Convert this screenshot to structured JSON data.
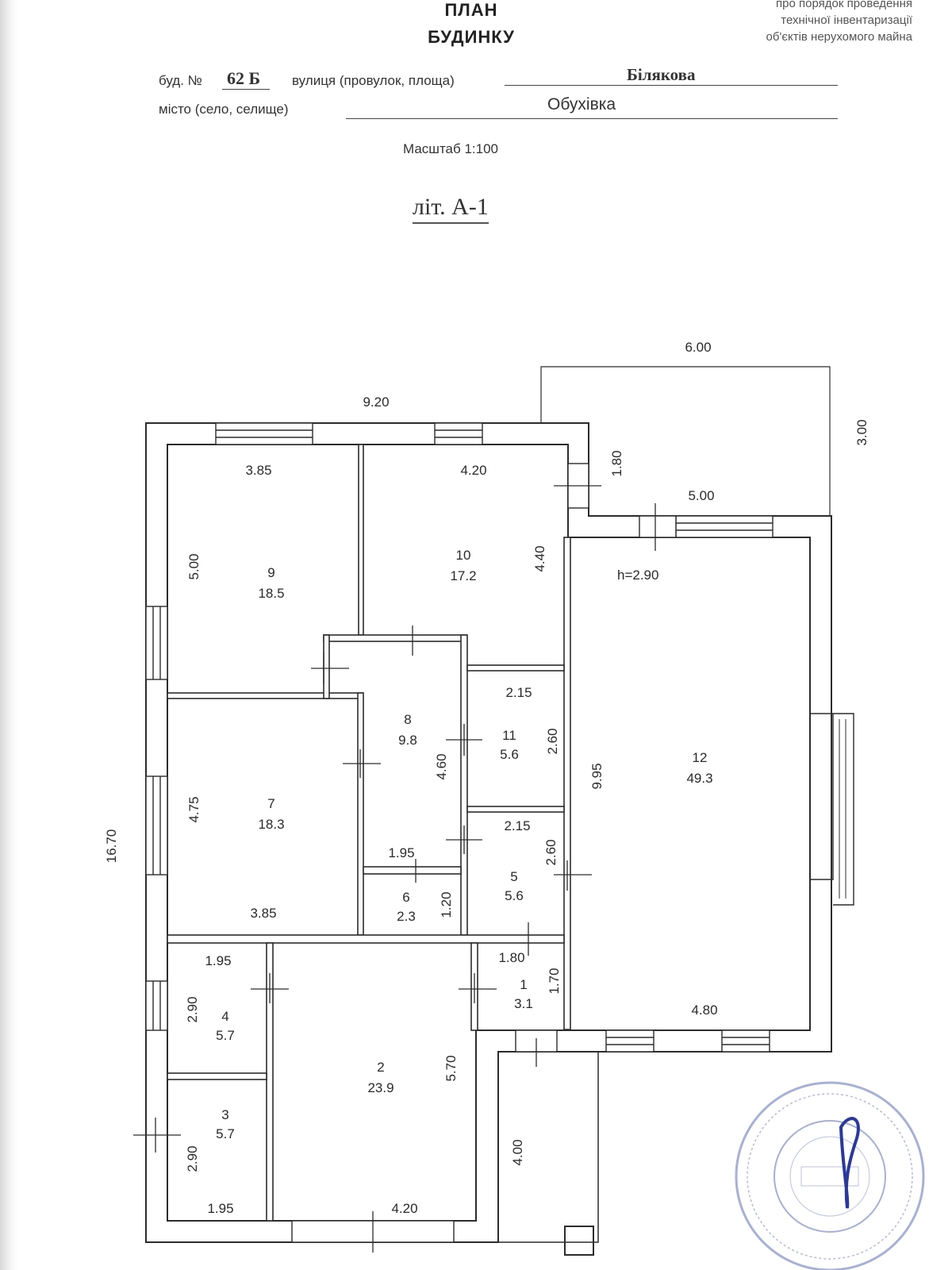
{
  "header": {
    "corner_lines": [
      "про порядок проведення",
      "технічної інвентаризації",
      "об'єктів нерухомого майна"
    ],
    "title_line1": "ПЛАН",
    "title_line2": "БУДИНКУ",
    "bud_label": "буд. №",
    "bud_number": "62 Б",
    "street_label": "вулиця (провулок, площа)",
    "street_value": "Білякова",
    "city_label": "місто (село, селище)",
    "city_value": "Обухівка",
    "scale": "Масштаб 1:100",
    "lit": "літ. А-1"
  },
  "plan": {
    "height_note": "h=2.90",
    "rooms": [
      {
        "id": "1",
        "area": "3.1"
      },
      {
        "id": "2",
        "area": "23.9"
      },
      {
        "id": "3",
        "area": "5.7"
      },
      {
        "id": "4",
        "area": "5.7"
      },
      {
        "id": "5",
        "area": "5.6"
      },
      {
        "id": "6",
        "area": "2.3"
      },
      {
        "id": "7",
        "area": "18.3"
      },
      {
        "id": "8",
        "area": "9.8"
      },
      {
        "id": "9",
        "area": "18.5"
      },
      {
        "id": "10",
        "area": "17.2"
      },
      {
        "id": "11",
        "area": "5.6"
      },
      {
        "id": "12",
        "area": "49.3"
      }
    ],
    "dimensions": {
      "terrace_width": "6.00",
      "terrace_depth": "3.00",
      "top_total": "9.20",
      "room9_width": "3.85",
      "room10_width": "4.20",
      "notch": "1.80",
      "room12_top": "5.00",
      "room9_depth": "5.00",
      "room10_depth": "4.40",
      "room11_width": "2.15",
      "room11_depth": "2.60",
      "room8_depth": "4.60",
      "room12_depth": "9.95",
      "overall_depth": "16.70",
      "room7_depth": "4.75",
      "room5_width": "2.15",
      "room6_width": "1.95",
      "room5_depth": "2.60",
      "room6_depth": "1.20",
      "room7_width": "3.85",
      "room4_width": "1.95",
      "room1_width": "1.80",
      "room1_depth": "1.70",
      "room4_depth": "2.90",
      "room12_bottom": "4.80",
      "room2_depth": "5.70",
      "room3_depth": "2.90",
      "porch_depth": "4.00",
      "room3_width": "1.95",
      "room2_width": "4.20"
    }
  }
}
